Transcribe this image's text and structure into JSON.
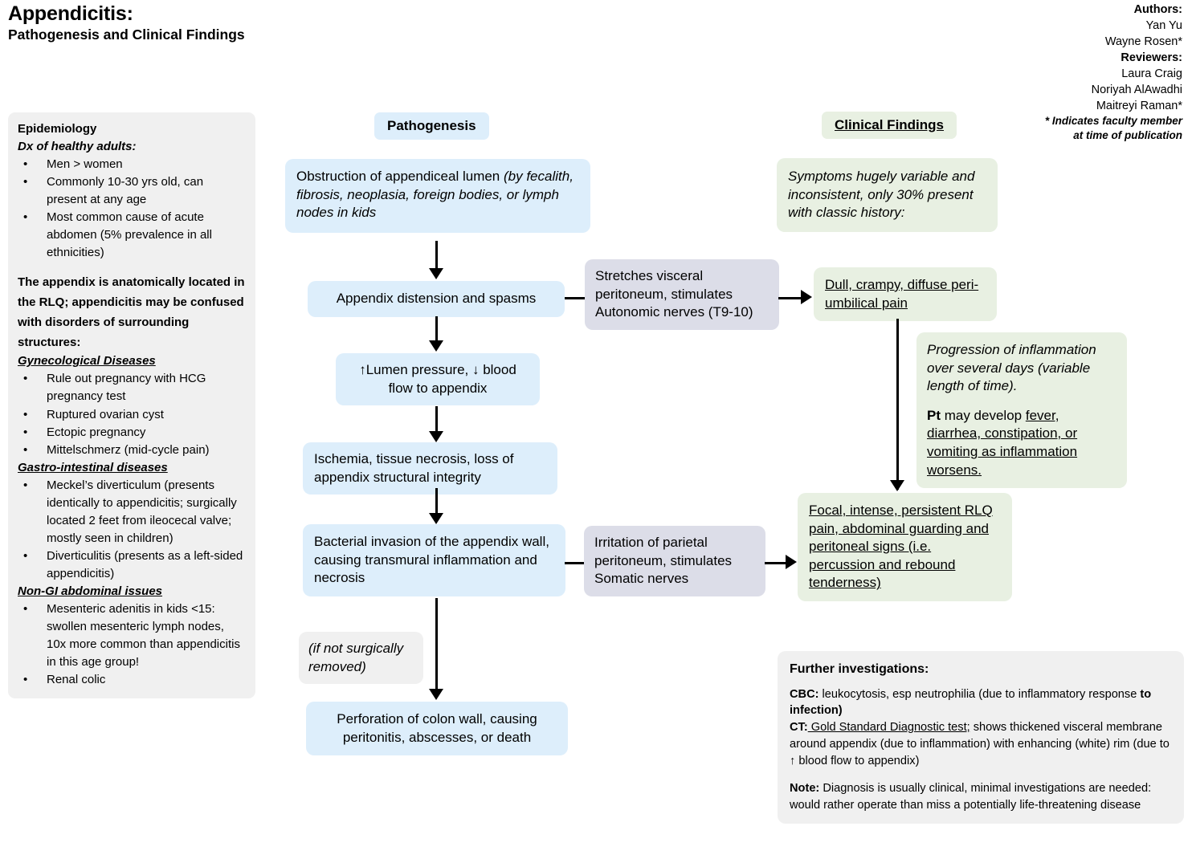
{
  "title": {
    "main": "Appendicitis:",
    "sub": "Pathogenesis and Clinical Findings"
  },
  "credits": {
    "authors_label": "Authors:",
    "authors": [
      "Yan Yu",
      "Wayne Rosen*"
    ],
    "reviewers_label": "Reviewers:",
    "reviewers": [
      "Laura Craig",
      "Noriyah AlAwadhi",
      "Maitreyi Raman*"
    ],
    "footnote_line1": "* Indicates faculty member",
    "footnote_line2": "at time of publication"
  },
  "sidebar": {
    "heading": "Epidemiology",
    "dx_heading": "Dx of healthy adults:",
    "dx_items": [
      "Men > women",
      "Commonly 10-30 yrs old, can present at any age",
      "Most common cause of acute abdomen (5% prevalence in all ethnicities)"
    ],
    "paragraph": "The appendix is anatomically located in the RLQ; appendicitis may be confused with disorders of surrounding structures:",
    "gyn_heading": "Gynecological Diseases ",
    "gyn_items": [
      "Rule out pregnancy with HCG pregnancy test",
      "Ruptured ovarian cyst",
      "Ectopic pregnancy",
      "Mittelschmerz (mid-cycle pain)"
    ],
    "gi_heading": "Gastro-intestinal diseases",
    "gi_items": [
      "Meckel’s diverticulum (presents identically to appendicitis; surgically located 2 feet from ileocecal valve; mostly seen in children)",
      "Diverticulitis (presents as a left-sided appendicitis)"
    ],
    "nongi_heading": "Non-GI abdominal issues",
    "nongi_items": [
      "Mesenteric adenitis in kids <15: swollen mesenteric lymph nodes, 10x more common than appendicitis in this age group!",
      "Renal colic"
    ]
  },
  "columns": {
    "pathogenesis": "Pathogenesis",
    "clinical_findings": "Clinical Findings"
  },
  "pathogenesis": {
    "obstruction_plain": "Obstruction of appendiceal lumen",
    "obstruction_italic": "(by fecalith, fibrosis, neoplasia, foreign bodies, or lymph nodes in kids",
    "distension": "Appendix distension and spasms",
    "pressure": "↑Lumen pressure, ↓ blood flow to appendix",
    "ischemia": "Ischemia, tissue necrosis, loss of appendix structural integrity",
    "bacterial": "Bacterial invasion of the appendix wall, causing transmural inflammation and necrosis",
    "if_not_removed": "(if not surgically removed)",
    "perforation": "Perforation of colon wall, causing peritonitis, abscesses, or death"
  },
  "connectors": {
    "visceral": "Stretches visceral peritoneum, stimulates Autonomic  nerves (T9-10)",
    "parietal": "Irritation of parietal peritoneum, stimulates Somatic nerves"
  },
  "clinical": {
    "symptoms_intro": "Symptoms hugely variable and inconsistent, only 30% present with classic history:",
    "dull_pain": "Dull, crampy,  diffuse peri-umbilical pain",
    "progression_italic": "Progression of inflammation over several days (variable length of time).",
    "progression_bold": "Pt",
    "progression_plain": " may develop ",
    "progression_underline": "fever, diarrhea, constipation,  or vomiting as inflammation worsens.",
    "focal_pain": "Focal, intense, persistent RLQ pain, abdominal guarding and peritoneal signs (i.e. percussion and rebound tenderness)"
  },
  "investigations": {
    "title": "Further investigations:",
    "cbc_label": "CBC:",
    "cbc_text": "  leukocytosis, esp neutrophilia (due to inflammatory response ",
    "cbc_bold_tail": "to infection)",
    "ct_label": "CT:",
    "ct_underline": " Gold Standard Diagnostic test;",
    "ct_text": " shows thickened visceral membrane around appendix (due to inflammation) with enhancing (white) rim (due to ↑ blood flow to appendix)",
    "note_label": "Note:",
    "note_text": " Diagnosis is usually clinical, minimal investigations are needed: would rather operate than miss a potentially life-threatening disease"
  },
  "colors": {
    "blue_box": "#ddeefb",
    "green_box": "#e8f0e2",
    "lavender_box": "#dcdde8",
    "grey_box": "#f0f0f0",
    "background": "#ffffff",
    "text": "#000000"
  }
}
